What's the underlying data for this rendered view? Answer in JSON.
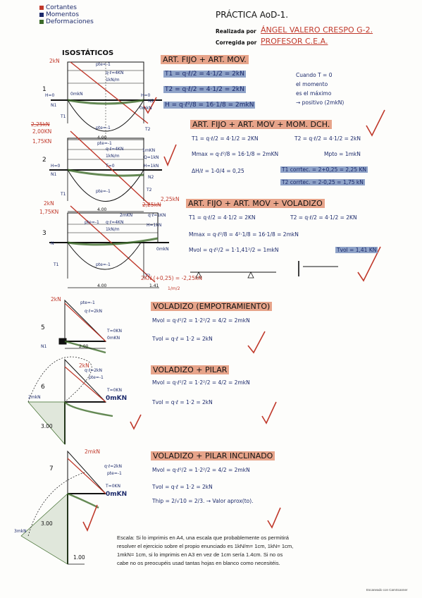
{
  "legend": {
    "items": [
      {
        "label": "Cortantes",
        "color": "#c0392b"
      },
      {
        "label": "Momentos",
        "color": "#1c2a6b"
      },
      {
        "label": "Deformaciones",
        "color": "#3d6b2a"
      }
    ]
  },
  "header": {
    "title": "PRÁCTICA AoD-1.",
    "realizado_label": "Realizada por",
    "realizado_value": "ÁNGEL VALERO CRESPO G-2.",
    "corregida_label": "Corregida por",
    "corregida_value": "PROFESOR C.E.A."
  },
  "left_column": {
    "isostaticos": "ISOSTÁTICOS",
    "b1": {
      "num": "1",
      "top_left": "2kN",
      "load": "q·ℓ=4KN",
      "pte": "pte=-1",
      "knm": "1kN/m",
      "h0": "H=0",
      "h0r": "H=0",
      "mom": "0mkN",
      "momr": "0mkN",
      "n1": "N1",
      "n2": "N2",
      "t1": "T1",
      "t2": "T2",
      "dim": "4.00",
      "pte2": "pte=-1"
    },
    "b2": {
      "num": "2",
      "top_left_struck": "2,25kN",
      "top_left": "2,00KN",
      "top_left2": "1,75KN",
      "pte": "pte=-1",
      "load": "q·ℓ=4KN",
      "knm": "1kN/m",
      "mom": "1mKN",
      "q": "Q=1kN",
      "h": "H=1kN",
      "n2": "N2",
      "n1": "N1",
      "t1": "T1",
      "t2": "T2",
      "pte2": "pte=-1",
      "dim": "4.00",
      "t0": "T=0",
      "h0": "H=0"
    },
    "b3": {
      "num": "3",
      "top_left": "2kN",
      "top_left2": "1,75KN",
      "pte": "pte=-1",
      "load": "q·ℓ=4KN",
      "mom": "2mKN",
      "knm": "1kN/m",
      "h": "H=1kN",
      "extra": "q·ℓ=1KN",
      "right_struck": "2,25kN",
      "right": "2,25kN",
      "dim": "4.00",
      "dim2": "1.41",
      "t1": "T1",
      "t2": "T2",
      "n": "N",
      "mom2": "0mkN",
      "pte2": "pte=-1",
      "bottom": "2KN (+0,25) = -2,25kN",
      "bottom2": "1/m/2"
    },
    "b5": {
      "num": "5",
      "top": "2kN",
      "pte": "pte=-1",
      "load": "q·ℓ=2kN",
      "t0": "T=0KN",
      "m0": "0mKN",
      "dim": "2.00",
      "n1": "N1"
    },
    "b6": {
      "num": "6",
      "top": "2kN",
      "load": "q·ℓ=2kN",
      "pte": "pte=-1",
      "t0": "T=0KN",
      "m0": "0mKN",
      "left": "2mkN",
      "dim": "3.00"
    },
    "b7": {
      "num": "7",
      "top": "2mkN",
      "load": "q·ℓ=2kN",
      "pte": "pte=-1",
      "t0": "T=0KN",
      "m0": "0mKN",
      "left": "3mkN",
      "dim": "3.00",
      "dim2": "1.00"
    }
  },
  "sections": {
    "s1": {
      "title": "ART. FIJO + ART. MOV.",
      "t1": "T1 = q·ℓ/2 = 4·1/2 = 2kN",
      "t2": "T2 = q·ℓ/2 = 4·1/2 = 2kN",
      "h": "H = q·ℓ²/8 = 16·1/8 = 2mkN",
      "note1": "Cuando T = 0",
      "note2": "el momento",
      "note3": "es el máximo",
      "note4": "→ positivo (2mkN)"
    },
    "s2": {
      "title": "ART. FIJO + ART. MOV + MOM. DCH.",
      "t1": "T1 = q·ℓ/2 = 4·1/2 = 2KN",
      "t2": "T2 = q·ℓ/2 = 4·1/2 = 2kN",
      "mmax": "Mmax = q·ℓ²/8 = 16·1/8 = 2mKN",
      "mpto": "Mpto = 1mkN",
      "dh": "ΔH/ℓ = 1-0/4 = 0,25",
      "t1c": "T1 corrtec. = 2+0,25 = 2,25 KN",
      "t2c": "T2 corrtec. = 2-0,25 = 1,75 kN"
    },
    "s3": {
      "title": "ART. FIJO + ART. MOV + VOLADIZO",
      "t1": "T1 = q·ℓ/2 = 4·1/2 = 2KN",
      "t2": "T2 = q·ℓ/2 = 4·1/2 = 2KN",
      "mmax": "Mmax = q·ℓ²/8 = 4²·1/8 = 16·1/8 = 2mkN",
      "mvol": "Mvol = q·ℓ²/2 = 1·1,41²/2 = 1mkN",
      "tvol": "Tvol = 1,41 KN"
    },
    "s5": {
      "title": "VOLADIZO (EMPOTRAMIENTO)",
      "mvol": "Mvol = q·ℓ²/2 = 1·2²/2 = 4/2 = 2mkN",
      "tvol": "Tvol = q·ℓ = 1·2 = 2kN"
    },
    "s6": {
      "title": "VOLADIZO + PILAR",
      "mvol": "Mvol = q·ℓ²/2 = 1·2²/2 = 4/2 = 2mkN",
      "tvol": "Tvol = q·ℓ = 1·2 = 2kN"
    },
    "s7": {
      "title": "VOLADIZO + PILAR INCLINADO",
      "mvol": "Mvol = q·ℓ²/2 = 1·2²/2 = 4/2 = 2mkN",
      "tvol": "Tvol = q·ℓ = 1·2 = 2kN",
      "thip": "Thip = 2/√10 = 2/3. → Valor aprox(to)."
    }
  },
  "note": {
    "lines": [
      "Escala: Si lo imprimis en A4, una escala que probablemente os permitirá",
      "resolver el ejercicio sobre el propio enunciado es 1kN/m= 1cm, 1kN= 1cm,",
      "1mkN= 1cm, si lo imprimis en A3 en vez de 1cm sería 1.4cm. Si no os",
      "cabe no os preocupéis usad tantas hojas en blanco como necesitéis."
    ]
  },
  "footer": {
    "scanner": "Escaneado con CamScanner"
  },
  "colors": {
    "shear": "#c0392b",
    "moment": "#1c2a6b",
    "deform": "#3d6b2a",
    "highlight_blue": "#8fa3c8",
    "highlight_red": "#e7a48a",
    "check": "#c0392b"
  }
}
